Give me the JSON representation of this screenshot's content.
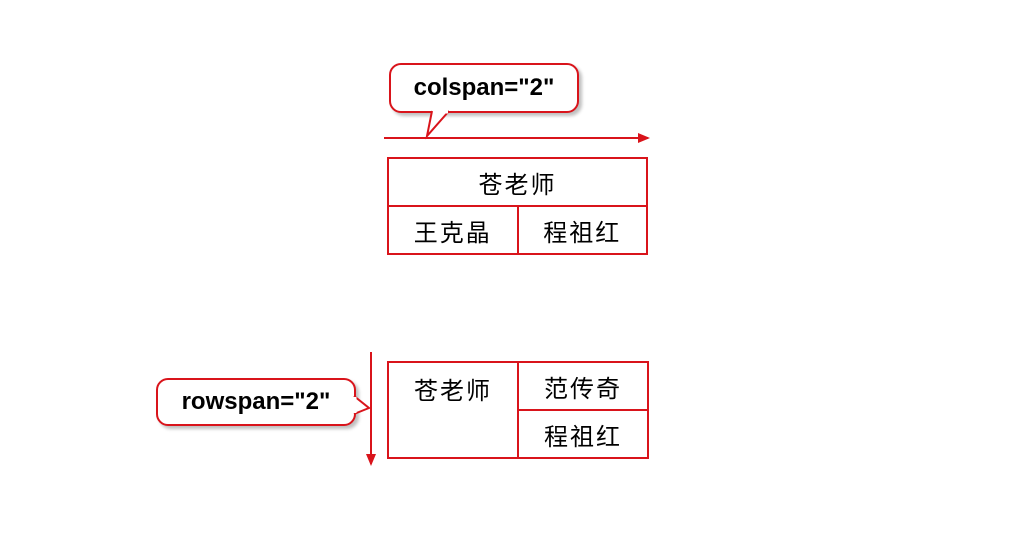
{
  "colspan_example": {
    "label": "colspan=\"2\"",
    "row1": [
      "苍老师"
    ],
    "row2": [
      "王克晶",
      "程祖红"
    ]
  },
  "rowspan_example": {
    "label": "rowspan=\"2\"",
    "row1": [
      "苍老师",
      "范传奇"
    ],
    "row2": [
      "程祖红"
    ]
  },
  "colors": {
    "accent": "#d9141b",
    "text": "#000000",
    "background": "#ffffff"
  }
}
